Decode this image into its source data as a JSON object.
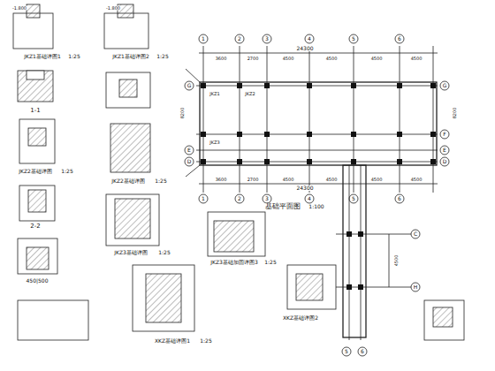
{
  "diagram": {
    "labels": [
      "JKZ1基础详图1",
      "1:25",
      "JKZ1基础详图2",
      "1:25",
      "1-1",
      "JKZ2基础详图",
      "1:25",
      "JKZ2基础详图",
      "1:25",
      "2-2",
      "JKZ3基础详图",
      "1:25",
      "JKZ3基础加固详图3",
      "1:25",
      "450|500",
      "XKZ基础详图1",
      "1:25",
      "XKZ基础详图2",
      "-1.800",
      "-1.800",
      "基础平面图",
      "1:100",
      "24300",
      "24300",
      "3600",
      "2700",
      "4500",
      "4500",
      "4500",
      "4500",
      "3600",
      "2700",
      "4500",
      "4500",
      "4500",
      "4500",
      "1",
      "2",
      "3",
      "4",
      "5",
      "6",
      "1",
      "2",
      "3",
      "4",
      "5",
      "6",
      "5",
      "6",
      "G",
      "E",
      "D",
      "G",
      "F",
      "E",
      "D",
      "C",
      "H",
      "8200",
      "8200",
      "4500",
      "JKZ1",
      "JKZ2",
      "JKZ3"
    ]
  }
}
